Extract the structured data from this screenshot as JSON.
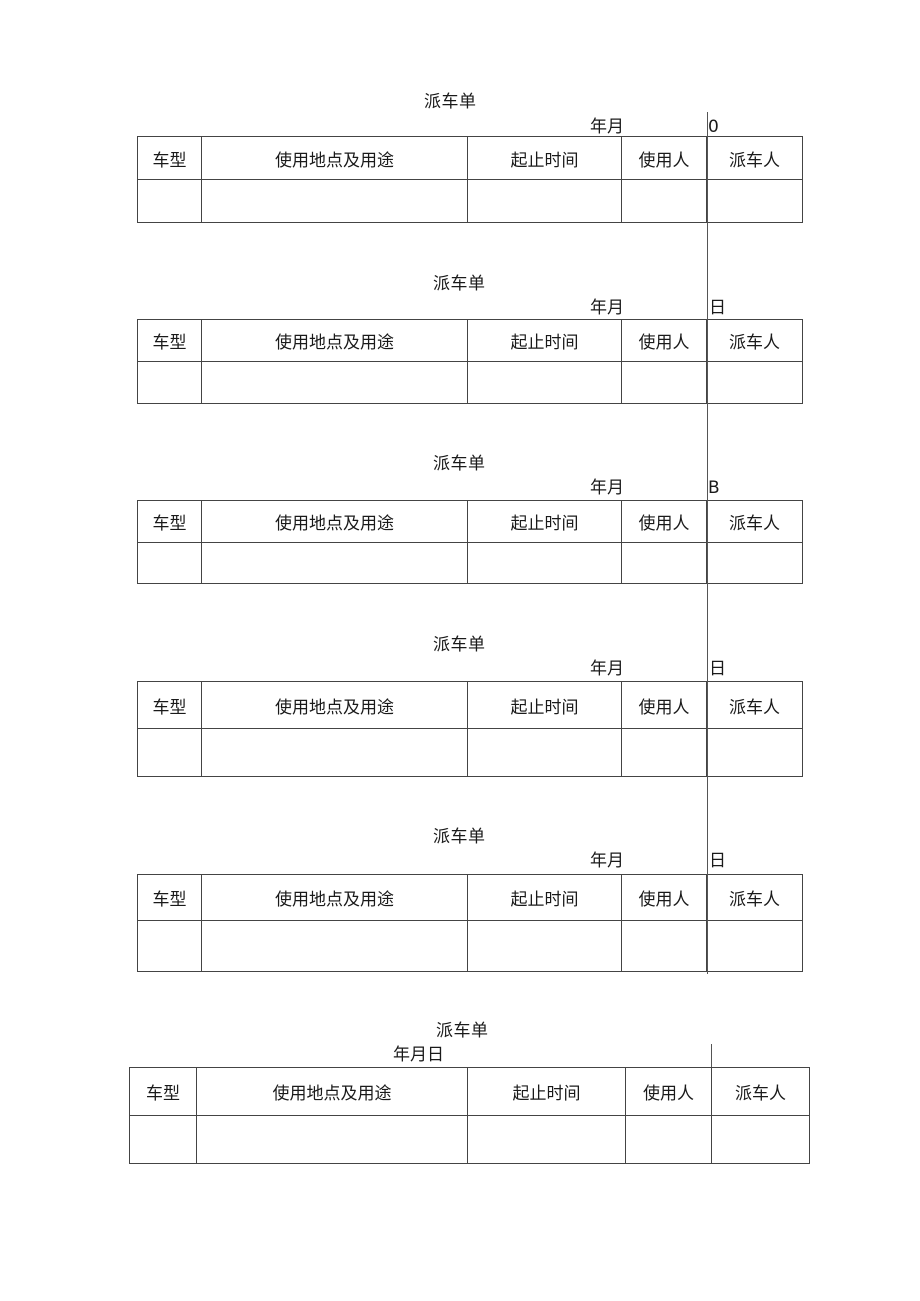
{
  "forms": [
    {
      "title": "派车单",
      "date_ym": "年月",
      "date_d": "0",
      "headers": [
        "车型",
        "使用地点及用途",
        "起止时间",
        "使用人",
        "派车人"
      ],
      "row": [
        "",
        "",
        "",
        "",
        ""
      ]
    },
    {
      "title": "派车单",
      "date_ym": "年月",
      "date_d": "日",
      "headers": [
        "车型",
        "使用地点及用途",
        "起止时间",
        "使用人",
        "派车人"
      ],
      "row": [
        "",
        "",
        "",
        "",
        ""
      ]
    },
    {
      "title": "派车单",
      "date_ym": "年月",
      "date_d": "B",
      "headers": [
        "车型",
        "使用地点及用途",
        "起止时间",
        "使用人",
        "派车人"
      ],
      "row": [
        "",
        "",
        "",
        "",
        ""
      ]
    },
    {
      "title": "派车单",
      "date_ym": "年月",
      "date_d": "日",
      "headers": [
        "车型",
        "使用地点及用途",
        "起止时间",
        "使用人",
        "派车人"
      ],
      "row": [
        "",
        "",
        "",
        "",
        ""
      ]
    },
    {
      "title": "派车单",
      "date_ym": "年月",
      "date_d": "日",
      "headers": [
        "车型",
        "使用地点及用途",
        "起止时间",
        "使用人",
        "派车人"
      ],
      "row": [
        "",
        "",
        "",
        "",
        ""
      ]
    },
    {
      "title": "派车单",
      "date_ym": "年月日",
      "date_d": "",
      "headers": [
        "车型",
        "使用地点及用途",
        "起止时间",
        "使用人",
        "派车人"
      ],
      "row": [
        "",
        "",
        "",
        "",
        ""
      ]
    }
  ]
}
